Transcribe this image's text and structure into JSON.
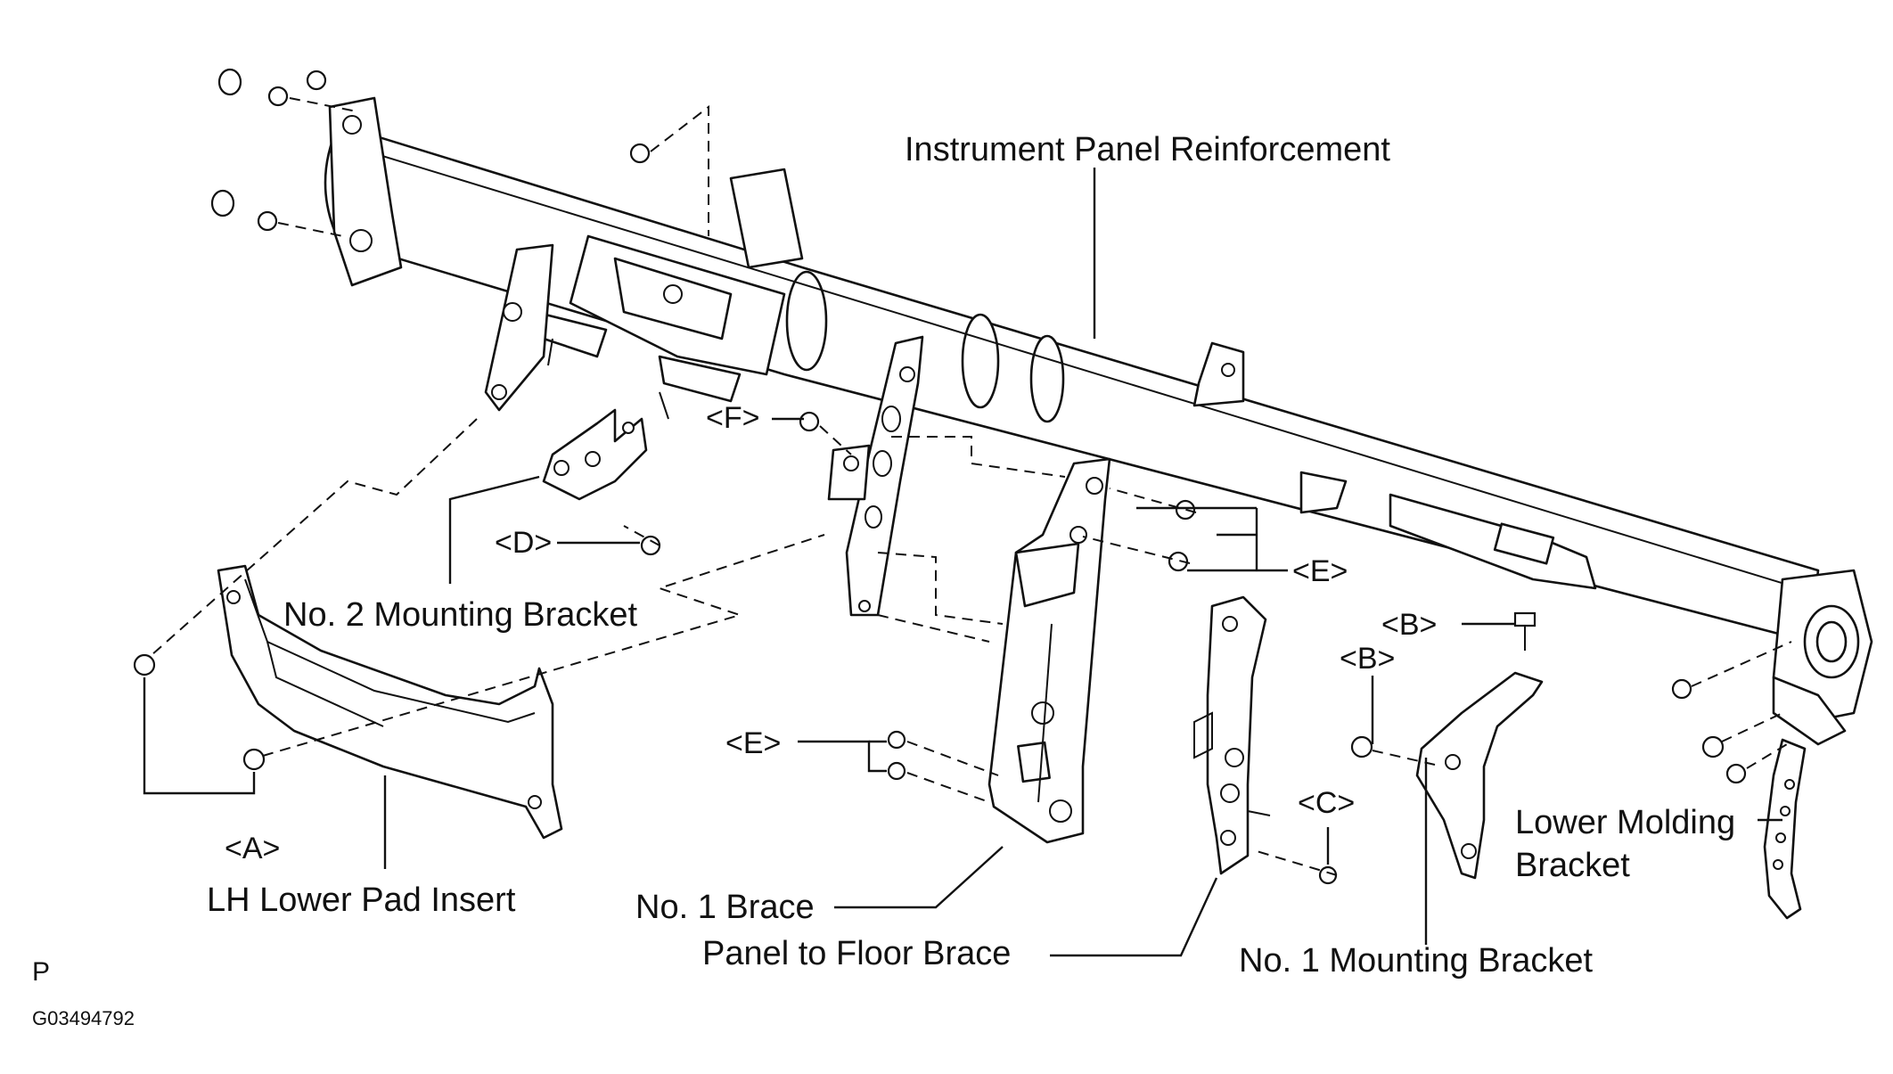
{
  "labels": {
    "instrument_panel_reinforcement": "Instrument Panel Reinforcement",
    "no2_mounting_bracket": "No. 2 Mounting Bracket",
    "lh_lower_pad_insert": "LH Lower Pad Insert",
    "no1_brace": "No. 1 Brace",
    "panel_to_floor_brace": "Panel to Floor Brace",
    "no1_mounting_bracket": "No. 1 Mounting Bracket",
    "lower_molding_bracket_line1": "Lower Molding",
    "lower_molding_bracket_line2": "Bracket"
  },
  "fastener_tags": {
    "a": "<A>",
    "b": "<B>",
    "c": "<C>",
    "d": "<D>",
    "e": "<E>",
    "f": "<F>"
  },
  "footer": {
    "mark": "P",
    "code": "G03494792"
  }
}
